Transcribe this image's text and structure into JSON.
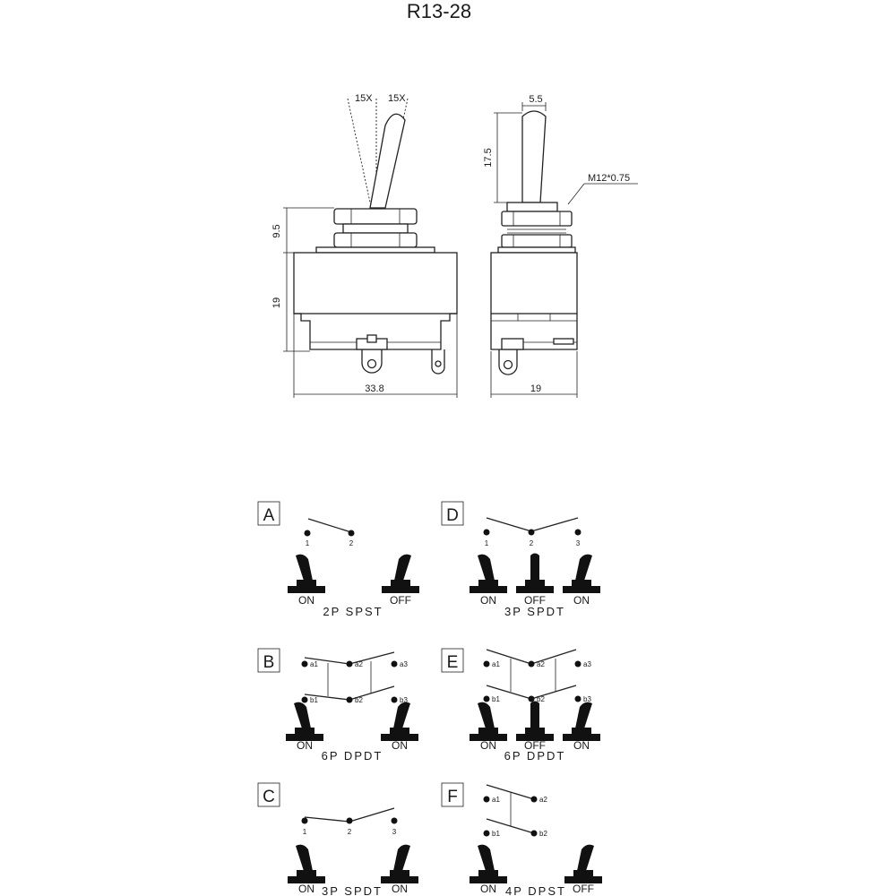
{
  "title": "R13-28",
  "front_view": {
    "angle_left": "15X",
    "angle_right": "15X",
    "dim_bushing": "9.5",
    "dim_height": "19",
    "dim_width": "33.8"
  },
  "side_view": {
    "dim_lever_width": "5.5",
    "dim_lever_length": "17.5",
    "thread": "M12*0.75",
    "dim_width": "19"
  },
  "diagrams": [
    {
      "letter": "A",
      "type": "2P SPST",
      "terminals": [
        "1",
        "2"
      ],
      "positions": [
        "ON",
        "OFF"
      ]
    },
    {
      "letter": "D",
      "type": "3P SPDT",
      "terminals": [
        "1",
        "2",
        "3"
      ],
      "positions": [
        "ON",
        "OFF",
        "ON"
      ]
    },
    {
      "letter": "B",
      "type": "6P DPDT",
      "terminals": [
        "a1",
        "a2",
        "a3",
        "b1",
        "b2",
        "b3"
      ],
      "positions": [
        "ON",
        "ON"
      ]
    },
    {
      "letter": "E",
      "type": "6P DPDT",
      "terminals": [
        "a1",
        "a2",
        "a3",
        "b1",
        "b2",
        "b3"
      ],
      "positions": [
        "ON",
        "OFF",
        "ON"
      ]
    },
    {
      "letter": "C",
      "type": "3P SPDT",
      "terminals": [
        "1",
        "2",
        "3"
      ],
      "positions": [
        "ON",
        "ON"
      ]
    },
    {
      "letter": "F",
      "type": "4P DPST",
      "terminals": [
        "a1",
        "a2",
        "b1",
        "b2"
      ],
      "positions": [
        "ON",
        "OFF"
      ]
    }
  ]
}
